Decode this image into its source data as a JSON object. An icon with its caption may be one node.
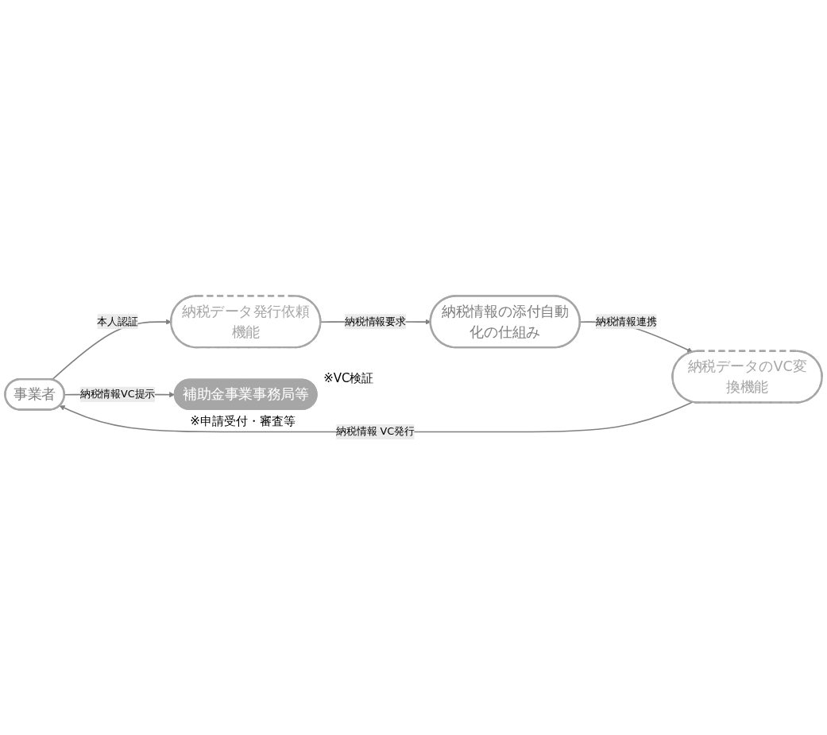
{
  "diagram": {
    "nodes": [
      {
        "text": [
          "事業者"
        ]
      },
      {
        "text": [
          "納税データ発行依頼機能"
        ]
      },
      {
        "text": [
          "納税情報の添付自動化の仕組み"
        ]
      },
      {
        "text": [
          "納税データのVC変換機能"
        ]
      },
      {
        "text": [
          "補助金事業事務局等"
        ],
        "beside": [
          "※VC検証",
          "※申請受付・審査等"
        ]
      }
    ],
    "edges": [
      {
        "from": 0,
        "to": 1,
        "arrow": "to",
        "label": "本人認証"
      },
      {
        "from": 1,
        "to": 2,
        "arrow": "to",
        "label": "納税情報要求"
      },
      {
        "from": 2,
        "to": 3,
        "arrow": "to",
        "label": "納税情報連携"
      },
      {
        "from": 3,
        "to": 0,
        "arrow": "to",
        "label": "納税情報 VC発行"
      },
      {
        "from": 0,
        "to": 4,
        "arrow": "to",
        "label": "納税情報VC提示"
      }
    ]
  }
}
